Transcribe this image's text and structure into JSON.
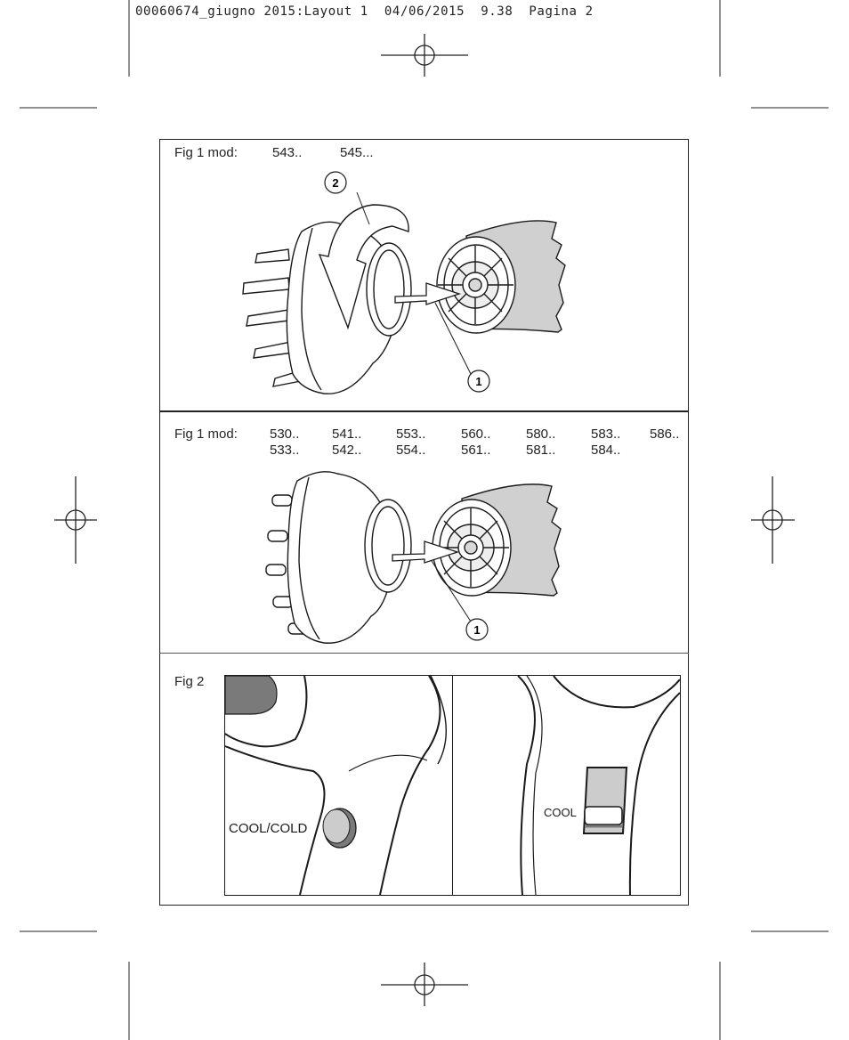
{
  "header": {
    "text": "00060674_giugno 2015:Layout 1  04/06/2015  9.38  Pagina 2"
  },
  "fig1a": {
    "label": "Fig 1 mod:",
    "models": [
      "543..",
      "545..."
    ],
    "callouts": [
      "2",
      "1"
    ]
  },
  "fig1b": {
    "label": "Fig 1 mod:",
    "models_row1": [
      "530..",
      "541..",
      "553..",
      "560..",
      "580..",
      "583..",
      "586.."
    ],
    "models_row2": [
      "533..",
      "542..",
      "554..",
      "561..",
      "581..",
      "584.."
    ],
    "callout": "1"
  },
  "fig2": {
    "label": "Fig 2",
    "left_button_label": "COOL/COLD",
    "right_switch_label": "COOL"
  },
  "colors": {
    "line": "#1a1a1a",
    "fill_gray": "#d0d0d0",
    "dark_gray": "#7a7a7a"
  }
}
